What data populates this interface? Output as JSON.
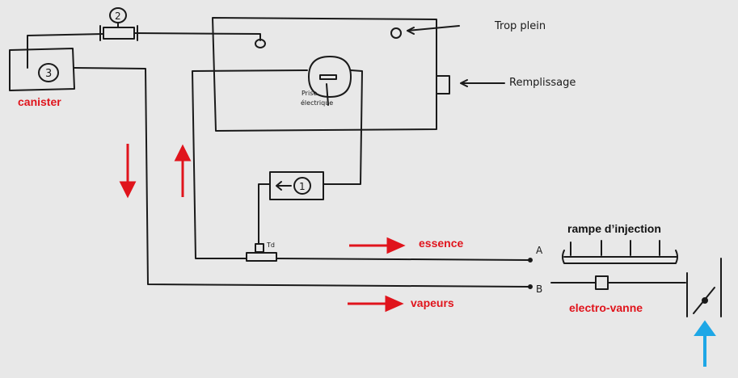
{
  "labels": {
    "trop_plein": "Trop plein",
    "remplissage": "Remplissage",
    "prise_line1": "Prise",
    "prise_line2": "électrique",
    "canister": "canister",
    "essence": "essence",
    "vapeurs": "vapeurs",
    "rampe": "rampe d’injection",
    "electro_vanne": "electro-vanne",
    "point_a": "A",
    "point_b": "B",
    "td": "Td",
    "num_1": "1",
    "num_2": "2",
    "num_3": "3"
  },
  "colors": {
    "line": "#1a1a1a",
    "red": "#e0141c",
    "blue": "#1ea7e6",
    "background": "#e8e8e8"
  }
}
